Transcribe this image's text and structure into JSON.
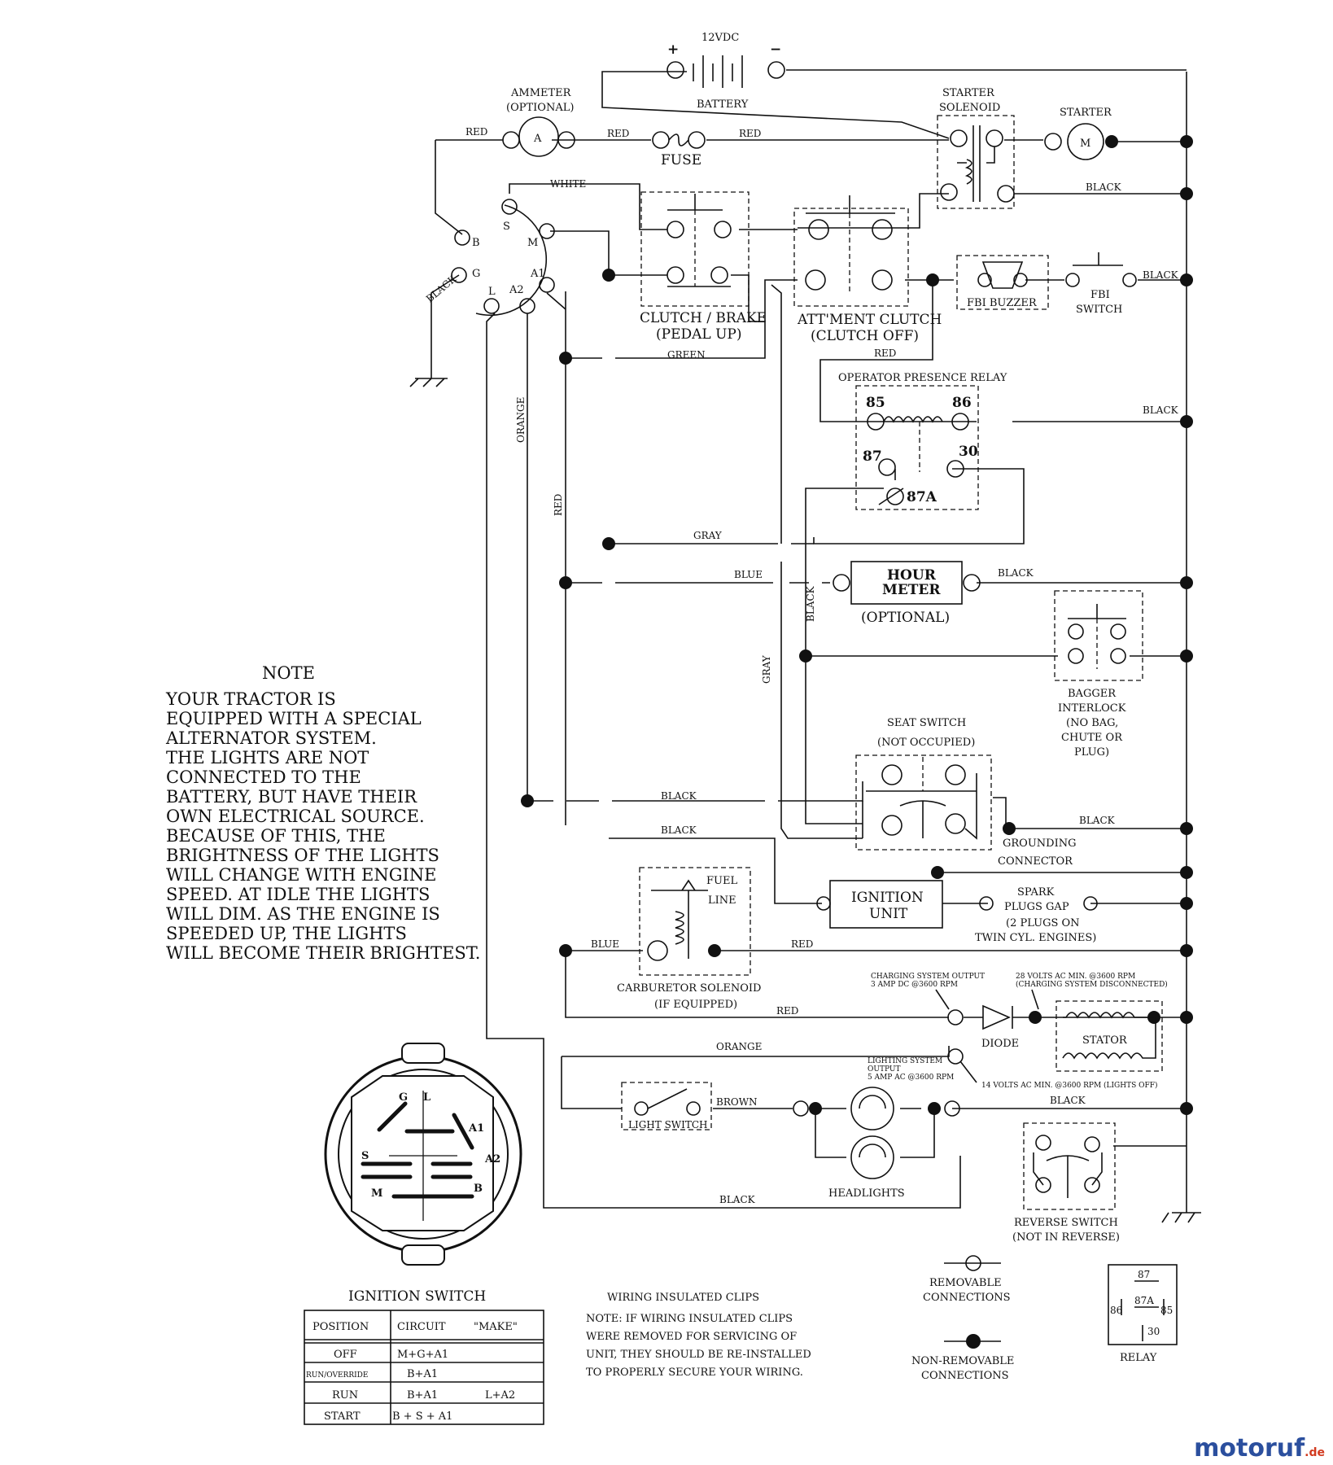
{
  "battery": {
    "label": "BATTERY",
    "voltage": "12VDC",
    "plus": "+",
    "minus": "−"
  },
  "ammeter": {
    "label": "AMMETER",
    "sub": "(OPTIONAL)",
    "symbol": "A"
  },
  "fuse": {
    "label": "FUSE"
  },
  "starter_solenoid": {
    "line1": "STARTER",
    "line2": "SOLENOID"
  },
  "starter": {
    "label": "STARTER",
    "symbol": "M"
  },
  "ignition_terminals": [
    "S",
    "B",
    "M",
    "G",
    "A1",
    "L",
    "A2"
  ],
  "clutch_brake": {
    "line1": "CLUTCH / BRAKE",
    "line2": "(PEDAL UP)"
  },
  "attment_clutch": {
    "line1": "ATT'MENT CLUTCH",
    "line2": "(CLUTCH OFF)"
  },
  "fbi_buzzer": {
    "label": "FBI BUZZER"
  },
  "fbi_switch": {
    "line1": "FBI",
    "line2": "SWITCH"
  },
  "relay": {
    "title": "OPERATOR PRESENCE RELAY",
    "t85": "85",
    "t86": "86",
    "t87": "87",
    "t30": "30",
    "t87a": "87A"
  },
  "hour_meter": {
    "line1": "HOUR",
    "line2": "METER",
    "sub": "(OPTIONAL)"
  },
  "bagger": {
    "lines": [
      "BAGGER",
      "INTERLOCK",
      "(NO BAG,",
      "CHUTE OR",
      "PLUG)"
    ]
  },
  "seat_switch": {
    "line1": "SEAT SWITCH",
    "line2": "(NOT OCCUPIED)"
  },
  "grounding": {
    "line1": "GROUNDING",
    "line2": "CONNECTOR"
  },
  "ignition_unit": {
    "line1": "IGNITION",
    "line2": "UNIT"
  },
  "spark": {
    "lines": [
      "SPARK",
      "PLUGS GAP",
      "(2 PLUGS ON",
      "TWIN CYL. ENGINES)"
    ]
  },
  "fuel": {
    "line1": "FUEL",
    "line2": "LINE"
  },
  "carb": {
    "line1": "CARBURETOR SOLENOID",
    "line2": "(IF EQUIPPED)"
  },
  "charging": {
    "out1": "CHARGING SYSTEM OUTPUT",
    "out2": "3 AMP DC @3600 RPM",
    "v28a": "28 VOLTS AC MIN. @3600 RPM",
    "v28b": "(CHARGING SYSTEM DISCONNECTED)",
    "diode": "DIODE",
    "stator": "STATOR",
    "light1": "LIGHTING SYSTEM",
    "light2": "OUTPUT",
    "light3": "5 AMP AC @3600 RPM",
    "v14": "14 VOLTS AC MIN. @3600 RPM (LIGHTS OFF)"
  },
  "light_switch": {
    "label": "LIGHT SWITCH"
  },
  "headlights": {
    "label": "HEADLIGHTS"
  },
  "reverse_switch": {
    "line1": "REVERSE SWITCH",
    "line2": "(NOT IN REVERSE)"
  },
  "wire_colors": {
    "red": "RED",
    "black": "BLACK",
    "white": "WHITE",
    "green": "GREEN",
    "orange": "ORANGE",
    "gray": "GRAY",
    "blue": "BLUE",
    "brown": "BROWN"
  },
  "note": {
    "title": "NOTE",
    "lines": [
      "YOUR TRACTOR IS",
      "EQUIPPED WITH A SPECIAL",
      "ALTERNATOR SYSTEM.",
      "THE LIGHTS ARE NOT",
      "CONNECTED TO THE",
      "BATTERY, BUT HAVE THEIR",
      "OWN ELECTRICAL SOURCE.",
      "BECAUSE OF THIS, THE",
      "BRIGHTNESS OF THE LIGHTS",
      "WILL CHANGE WITH ENGINE",
      "SPEED.  AT IDLE THE LIGHTS",
      "WILL DIM.  AS THE ENGINE IS",
      "SPEEDED UP, THE LIGHTS",
      "WILL BECOME THEIR BRIGHTEST."
    ]
  },
  "ignition_switch": {
    "title": "IGNITION SWITCH",
    "face_letters": [
      "G",
      "L",
      "A1",
      "A2",
      "S",
      "M",
      "B"
    ],
    "headers": [
      "POSITION",
      "CIRCUIT",
      "\"MAKE\""
    ],
    "rows": [
      [
        "OFF",
        "M+G+A1",
        ""
      ],
      [
        "RUN/OVERRIDE",
        "B+A1",
        ""
      ],
      [
        "RUN",
        "B+A1",
        "L+A2"
      ],
      [
        "START",
        "B + S + A1",
        ""
      ]
    ]
  },
  "clips": {
    "title": "WIRING INSULATED CLIPS",
    "lines": [
      "NOTE:  IF WIRING INSULATED CLIPS",
      "WERE REMOVED FOR SERVICING OF",
      " UNIT, THEY SHOULD BE RE-INSTALLED",
      "TO PROPERLY SECURE YOUR WIRING."
    ]
  },
  "legend": {
    "removable1": "REMOVABLE",
    "removable2": "CONNECTIONS",
    "nonremovable1": "NON-REMOVABLE",
    "nonremovable2": "CONNECTIONS",
    "relay_label": "RELAY",
    "relay_pins": [
      "87",
      "87A",
      "86",
      "85",
      "30"
    ]
  },
  "watermark": {
    "main": "motoruf",
    "tld": ".de"
  }
}
